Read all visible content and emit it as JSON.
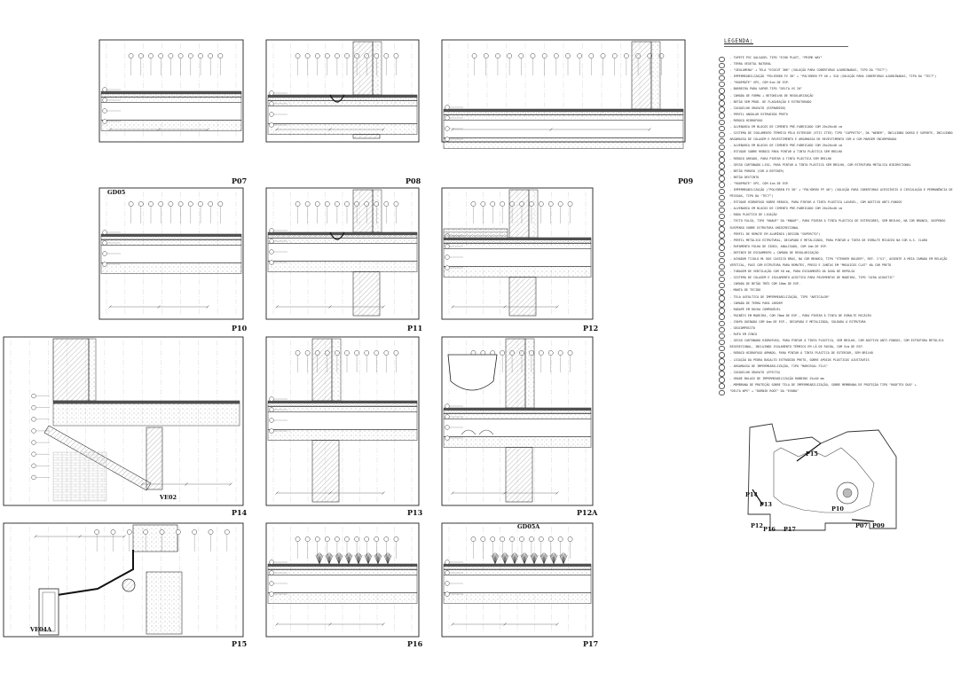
{
  "panels": [
    {
      "id": "p07",
      "label": "P07",
      "callout": ""
    },
    {
      "id": "p08",
      "label": "P08",
      "callout": ""
    },
    {
      "id": "p09",
      "label": "P09",
      "callout": ""
    },
    {
      "id": "p10",
      "label": "P10",
      "callout": "GD05"
    },
    {
      "id": "p11",
      "label": "P11",
      "callout": ""
    },
    {
      "id": "p12",
      "label": "P12",
      "callout": ""
    },
    {
      "id": "p14",
      "label": "P14",
      "callout": "VE02"
    },
    {
      "id": "p13",
      "label": "P13",
      "callout": ""
    },
    {
      "id": "p12a",
      "label": "P12A",
      "callout": ""
    },
    {
      "id": "p15",
      "label": "P15",
      "callout": "VE04A"
    },
    {
      "id": "p16",
      "label": "P16",
      "callout": ""
    },
    {
      "id": "p17",
      "label": "P17",
      "callout": "GD05A"
    }
  ],
  "legend": {
    "title": "LEGENDA:",
    "items": [
      "- TAPETE PVC GALVAGEL TIPO \"ECHO PLAST, \"PRIME WAY\"",
      "- TERRA VEGETAL NATURAL",
      "- \"GEOLAMINA\" + TELA \"ECOCUT 300\" (SOLUÇÃO PARA COBERTURAS AJARDINADAS, TIPO DA \"TECT\")",
      "- IMPERMEABILIZAÇÃO \"POLYDREN FV 30\" + \"POLYDREN FP 40 + 310 (SOLUÇÃO PARA COBERTURAS AJARDINADAS, TIPO DA \"TECT\")",
      "- \"ROOFMATE\" XPS, COM 6cm DE ESP.",
      "- BARREIRA PARA VAPOR TIPO \"DELTA-VS 20\"",
      "- CAMADA DE FORMA + BETONILHA DE REGULARIZAÇÃO",
      "- BETÃO SEM PROD. DE FLAGUEAÇÃO E ESTRUTURADO",
      "- CASQUILHO GRAVATO (EXPANDIDO)",
      "- PERFIL ANGULAR EXTRUDIDO PRETO",
      "- REBOCO HIDRÓFUGO",
      "- ALVENARIA EM BLOCOS DE CIMENTO PRÉ-FABRICADO COM 20x20x40 cm",
      "- SISTEMA DE ISOLAMENTO TÉRMICO PELO EXTERIOR (ETIC ITEE) TIPO \"CAPPOTTO\", DA \"WEBER\", INCLUINDO DORSO E SUPORTE, INCLUINDO",
      "  ARGAMASSA DE COLAGEM E REVESTIMENTO E ARGAMASSA DE REVESTIMENTO COM A COR MARGEM INCORPORADA",
      "- ALVENARIA EM BLOCOS DE CIMENTO PRÉ-FABRICADO COM 20x20x40 cm",
      "- ESTUQUE SOBRE REBOCO PARA PINTAR A TINTA PLÁSTICA SEM BRILHO",
      "- REBOCO AREADO, PARA PINTAR A TINTA PLÁSTICA SEM BRILHO",
      "- GESSO CARTONADO LISO, PARA PINTAR A TINTA PLÁSTICA SEM BRILHO, COM ESTRUTURA METÁLICA BIDIRECIONAL",
      "- BETÃO POROSO (COR A DEFINIR)",
      "- BETÃO DESTINTO",
      "- \"ROOFMATE\" XPS, COM 4cm DE ESP.",
      "- IMPERMEABILIZAÇÃO (\"POLYDREN FV 30\" + \"POLYDREN FP 40\") (SOLUÇÃO PARA COBERTURAS ACESSÍVEIS À CIRCULAÇÃO E PERMANÊNCIA DE",
      "  PESSOAS, TIPO DA \"TECT\")",
      "- ESTUQUE HIDRÓFUGO SOBRE REBOCO, PARA PINTAR A TINTA PLÁSTICA LAVÁVEL, COM ADITIVO ANTI-FUNGOS",
      "- ALVENARIA EM BLOCOS DE CIMENTO PRÉ-FABRICADO COM 20x20x40 cm",
      "- RODA PLÁSTICO DE LIGAÇÃO",
      "- TECTO FALSO, TIPO \"KNAUF\" DA \"KNAUF\", PARA PINTAR A TINTA PLÁSTICA DE EXTERIORES, SEM BRILHO, NA COR BRANCO, SUSPENSO",
      "  SUSPENSO SOBRE ESTRUTURA UNIDIRECIONAL",
      "- PERFIL DE REMATE EM ALUMÍNIO (DESIGN \"SUPERCTO\")",
      "- PERFIL METÁLICO ESTRUTURAL, DECAPADO E METALIZADO, PARA PINTAR A TINTA DE ESMALTE MICÁCEO NA COR A.S. CLARO",
      "- RUFAMENTO FOLHA DE ZINCO, ANALISADO, COM 1mm DE ESP.",
      "- DEFINIR DE ESCOAMENTO + CAMADA DE REGULARIZAÇÃO",
      "- ACHADOR TIJOLO ML DOS CASSICO BRAS, NA COR BRANCO, TIPO \"STEKKER BOLDER\", REF. 1\"X1\", ASSENTE A MEIA CAMADA EM RELAÇÃO",
      "  VERTICAL, PASS COM ESTRUTURA PARA REMATES, PRESO E JUNTAS EM \"MOSAICOS CLAT\" NA COR PRETO",
      "- TUBAGEM DE VENTILAÇÃO COM 50 mm, PARA ESCOAMENTO DA ÁGUA DE REPÚLSA",
      "- SISTEMA DE COLAGEM E ISOLAMENTO ACÚSTICO PARA PAVIMENTOS DE MADEIRA, TIPO \"AIRA ACOUSTIC\"",
      "- CAMADA DE BETÃO TRÊS COM 18mm DE ESP.",
      "- MANTA DE TECIDO",
      "- TELA ASFÁLTICA DE IMPERMEABILIZAÇÃO, TIPO \"ANTICALOR\"",
      "- CAMADA DE TERRA PARA JARDIM",
      "- RODAPÉ EM ROCHA COMPONÍVEL",
      "- PAINÉIS EM MADEIRA, COM 70mm DE ESP., PARA PINTAR À TINTA DE ESMALTE MICÁCEO",
      "- CHAPA QUINADA COM 4mm DE ESP., DECAPADA E METALIZADA, SOLDADA À ESTRUTURA",
      "- GEOCOMPÓSITO",
      "- RUFO EM ZINCO",
      "- GESSO CARTONADO HIDRÓFUGO, PARA PINTAR À TINTA PLÁSTICA, SEM BRILHO, COM ADITIVO ANTI-FUNGOS, COM ESTRUTURA METÁLICA",
      "  BIDIRECIONAL, INCLUINDO ISOLAMENTO TÉRMICO EM LÃ DE ROCHA, COM 5cm DE ESP.",
      "- REBOCO HIDRÓFUGO ARMADO, PARA PINTAR À TINTA PLÁSTICA DE EXTERIOR, SEM BRILHO",
      "- LIGAÇÃO DA PEDRA BASALTO EXTRUDIDO PRETO, SOBRE APOIOS PLÁSTICOS AJUSTÁVEIS",
      "- ARGAMASSA DE IMPERMEABILIZAÇÃO, TIPO \"MORCEGAL FILS\"",
      "- CASQUILHO GRAVATO (EFECTO)",
      "- GRADE BOLASS DE IMPERMEABILIZAÇÃO ROBBINS 25x40 mm",
      "- MEMBRANA DE PROTEÇÃO SOBRE TELA DE IMPERMEABILIZAÇÃO, SOBRE MEMBRANA DE PROTEÇÃO TIPO \"ROOFTEX DUO\" +",
      "  \"DELTA WPS\" + \"DORNIK ROOT\" DA \"EVOBA\""
    ]
  },
  "key_plan": {
    "labels": [
      "P15",
      "P14",
      "P13",
      "P10",
      "P12",
      "P16",
      "P17",
      "P07",
      "P09"
    ]
  },
  "colors": {
    "line": "#333333",
    "grid": "#bdbdbd",
    "hatch": "#9a9a9a",
    "paper": "#ffffff"
  }
}
